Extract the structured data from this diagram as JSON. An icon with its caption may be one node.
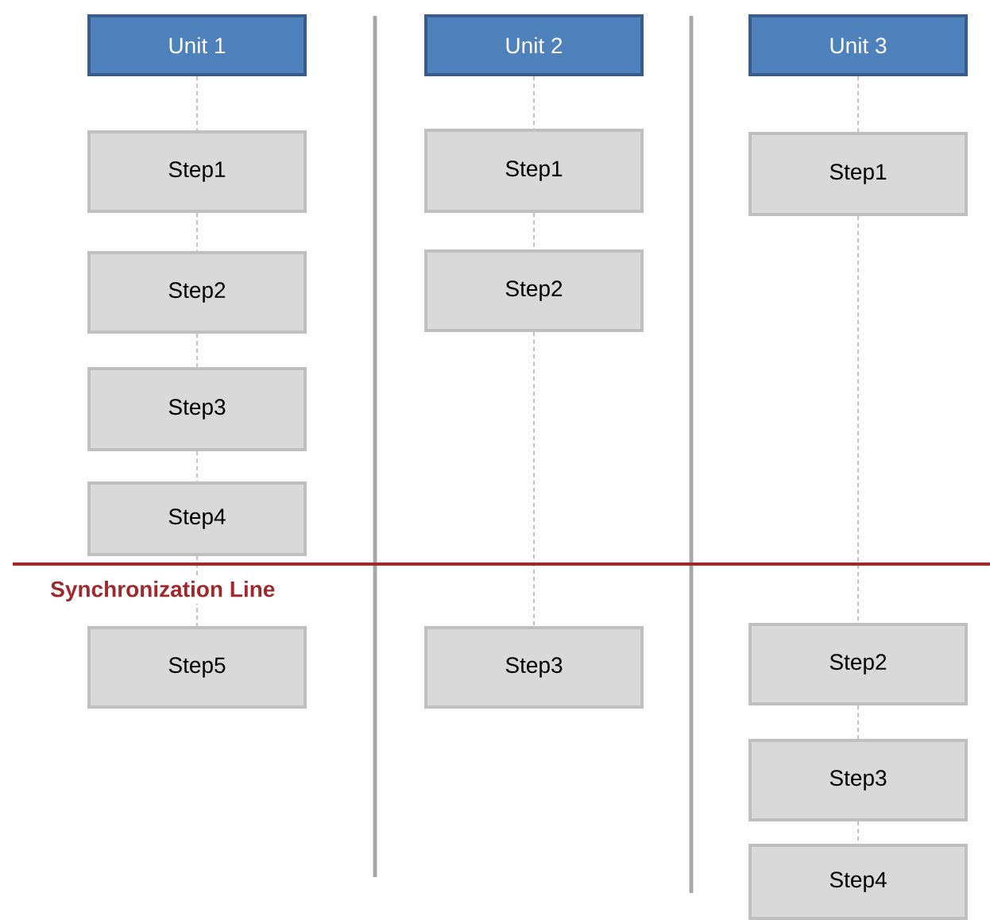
{
  "diagram": {
    "nodes": [
      {
        "text": [
          "Unit 1"
        ]
      },
      {
        "text": [
          "Step1"
        ]
      },
      {
        "text": [
          "Step2"
        ]
      },
      {
        "text": [
          "Step3"
        ]
      },
      {
        "text": [
          "Step4"
        ]
      },
      {
        "text": [
          "Step5"
        ]
      },
      {
        "text": [
          "Unit 2"
        ]
      },
      {
        "text": [
          "Step1"
        ]
      },
      {
        "text": [
          "Step2"
        ]
      },
      {
        "text": [
          "Step3"
        ]
      },
      {
        "text": [
          "Unit 3"
        ]
      },
      {
        "text": [
          "Step1"
        ]
      },
      {
        "text": [
          "Step2"
        ]
      },
      {
        "text": [
          "Step3"
        ]
      },
      {
        "text": [
          "Step4"
        ]
      }
    ],
    "edges": [
      {
        "from": 0,
        "to": 1,
        "arrow": "none",
        "style": "dashed"
      },
      {
        "from": 1,
        "to": 2,
        "arrow": "none",
        "style": "dashed"
      },
      {
        "from": 2,
        "to": 3,
        "arrow": "none",
        "style": "dashed"
      },
      {
        "from": 3,
        "to": 4,
        "arrow": "none",
        "style": "dashed"
      },
      {
        "from": 4,
        "to": 5,
        "arrow": "none",
        "style": "dashed"
      },
      {
        "from": 6,
        "to": 7,
        "arrow": "none",
        "style": "dashed"
      },
      {
        "from": 7,
        "to": 8,
        "arrow": "none",
        "style": "dashed"
      },
      {
        "from": 8,
        "to": 9,
        "arrow": "none",
        "style": "dashed"
      },
      {
        "from": 10,
        "to": 11,
        "arrow": "none",
        "style": "dashed"
      },
      {
        "from": 11,
        "to": 12,
        "arrow": "none",
        "style": "dashed"
      },
      {
        "from": 12,
        "to": 13,
        "arrow": "none",
        "style": "dashed"
      },
      {
        "from": 13,
        "to": 14,
        "arrow": "none",
        "style": "dashed"
      }
    ],
    "labels": [
      "Synchronization Line"
    ]
  }
}
